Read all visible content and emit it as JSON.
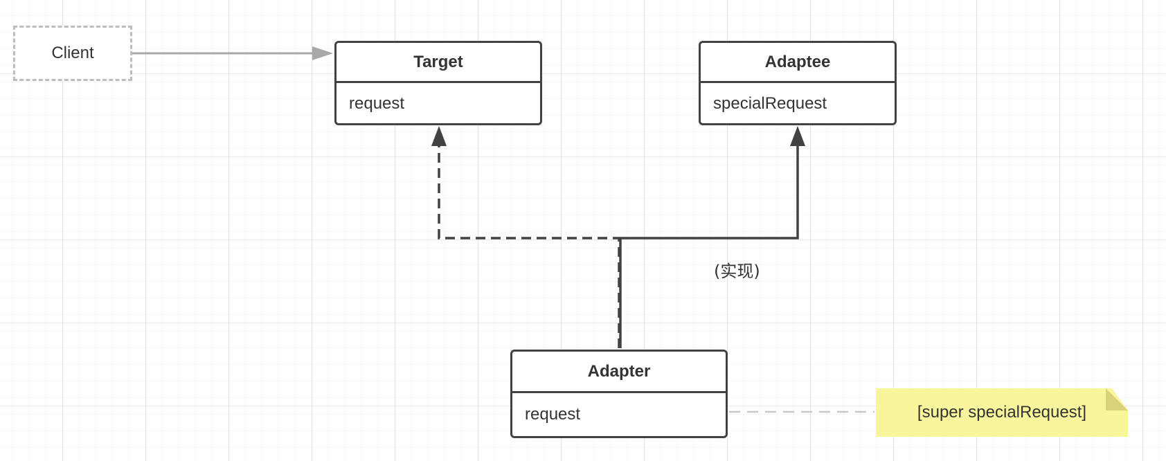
{
  "diagram": {
    "client": {
      "label": "Client"
    },
    "target": {
      "name": "Target",
      "operation": "request"
    },
    "adaptee": {
      "name": "Adaptee",
      "operation": "specialRequest"
    },
    "adapter": {
      "name": "Adapter",
      "operation": "request"
    },
    "relation_label": "(实现)",
    "note": {
      "text": "[super specialRequest]"
    },
    "colors": {
      "class_border": "#424242",
      "client_border": "#bdbdbd",
      "association_line": "#a8a8a8",
      "note_fill": "#f8f59c",
      "note_fold": "#d8d27a",
      "note_link": "#c8c8c8",
      "text": "#333333"
    }
  }
}
